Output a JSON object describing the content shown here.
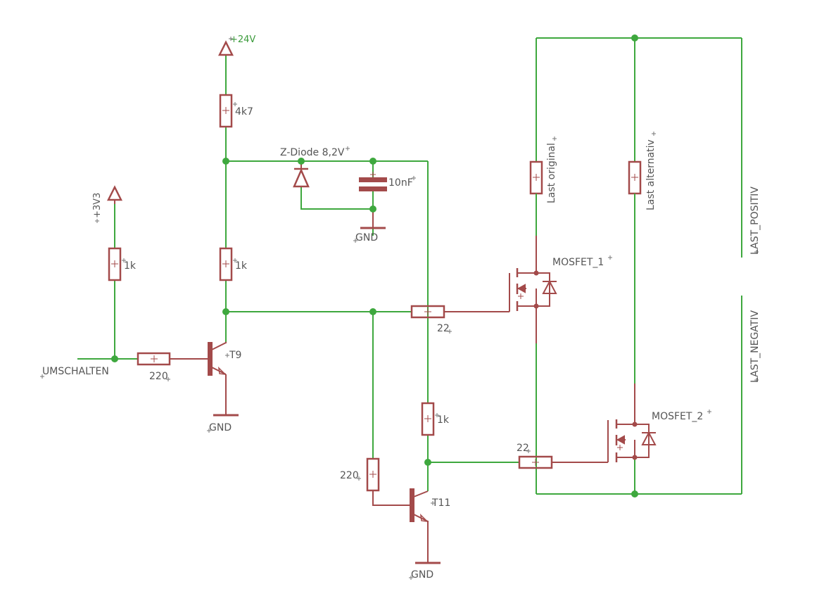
{
  "colors": {
    "wire": "#3ea83e",
    "part": "#a34a4a",
    "junction": "#3ea83e",
    "text": "#555555",
    "supply_text": "#3a9a3a",
    "background": "#ffffff"
  },
  "supplies": {
    "v24": "+24V",
    "v3v3": "+3V3"
  },
  "grounds": {
    "gnd_zener": "GND",
    "gnd_t9": "GND",
    "gnd_t11": "GND"
  },
  "signals": {
    "input": "UMSCHALTEN",
    "last_positiv": "LAST_POSITIV",
    "last_negativ": "LAST_NEGATIV"
  },
  "components": {
    "r_4k7": "4k7",
    "r_1k_pullup": "1k",
    "r_1k_3v3": "1k",
    "r_1k_t11": "1k",
    "r_220_t9": "220",
    "r_220_t11": "220",
    "r_22_gate1": "22",
    "r_22_gate2": "22",
    "zener": "Z-Diode 8,2V",
    "cap": "10nF",
    "t9": "T9",
    "t11": "T11",
    "mosfet1": "MOSFET_1",
    "mosfet2": "MOSFET_2",
    "load_original": "Last original",
    "load_alternativ": "Last alternativ"
  }
}
